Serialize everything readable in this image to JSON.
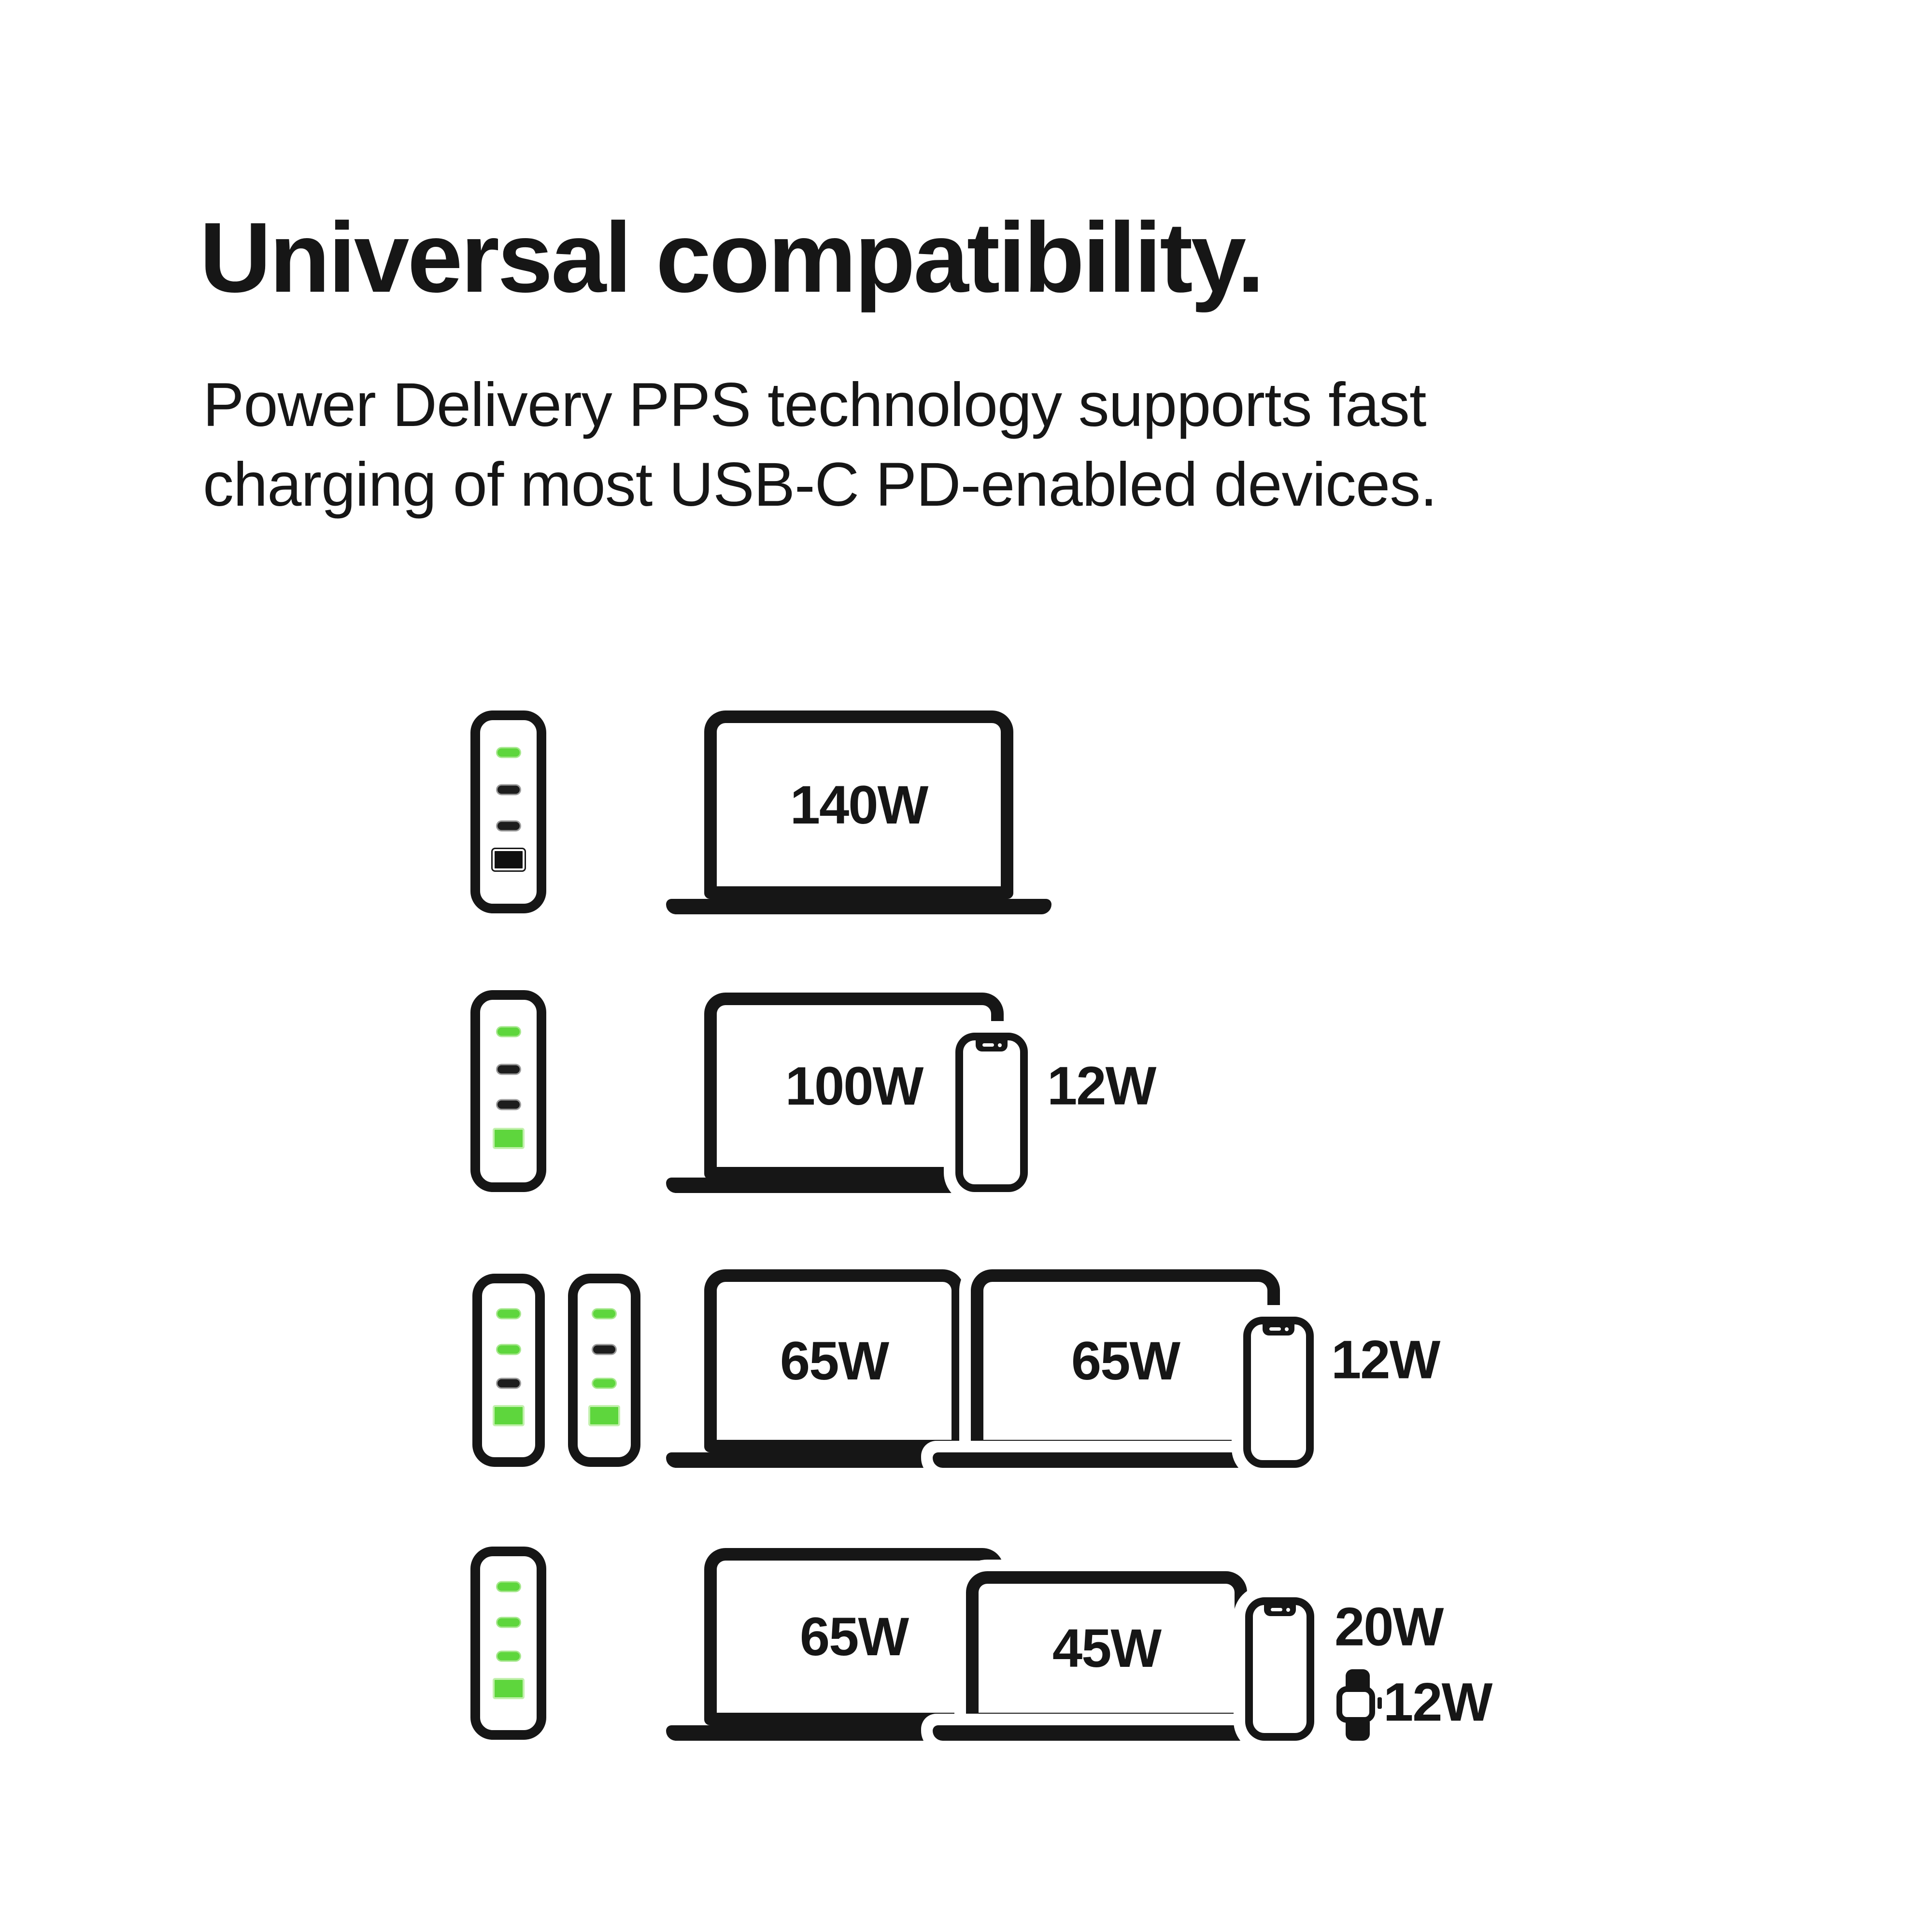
{
  "header": {
    "title": "Universal compatibility.",
    "subtitle_lines": [
      "Power Delivery PPS technology supports fast",
      "charging of most USB-C PD-enabled devices."
    ]
  },
  "colors": {
    "ink": "#161616",
    "green": "#5ed63d",
    "background": "#ffffff"
  },
  "rows": [
    {
      "chargers": [
        {
          "ports": [
            {
              "type": "usb-c",
              "state": "active"
            },
            {
              "type": "usb-c",
              "state": "inactive"
            },
            {
              "type": "usb-c",
              "state": "inactive"
            },
            {
              "type": "usb-a",
              "state": "inactive"
            }
          ]
        }
      ],
      "devices": [
        {
          "type": "laptop",
          "label": "140W"
        }
      ]
    },
    {
      "chargers": [
        {
          "ports": [
            {
              "type": "usb-c",
              "state": "active"
            },
            {
              "type": "usb-c",
              "state": "inactive"
            },
            {
              "type": "usb-c",
              "state": "inactive"
            },
            {
              "type": "usb-a",
              "state": "active"
            }
          ]
        }
      ],
      "devices": [
        {
          "type": "laptop",
          "label": "100W"
        },
        {
          "type": "phone",
          "label": "12W"
        }
      ]
    },
    {
      "chargers": [
        {
          "ports": [
            {
              "type": "usb-c",
              "state": "active"
            },
            {
              "type": "usb-c",
              "state": "active"
            },
            {
              "type": "usb-c",
              "state": "inactive"
            },
            {
              "type": "usb-a",
              "state": "active"
            }
          ]
        },
        {
          "ports": [
            {
              "type": "usb-c",
              "state": "active"
            },
            {
              "type": "usb-c",
              "state": "inactive"
            },
            {
              "type": "usb-c",
              "state": "active"
            },
            {
              "type": "usb-a",
              "state": "active"
            }
          ]
        }
      ],
      "devices": [
        {
          "type": "laptop",
          "label": "65W"
        },
        {
          "type": "laptop",
          "label": "65W"
        },
        {
          "type": "phone",
          "label": "12W"
        }
      ]
    },
    {
      "chargers": [
        {
          "ports": [
            {
              "type": "usb-c",
              "state": "active"
            },
            {
              "type": "usb-c",
              "state": "active"
            },
            {
              "type": "usb-c",
              "state": "active"
            },
            {
              "type": "usb-a",
              "state": "active"
            }
          ]
        }
      ],
      "devices": [
        {
          "type": "laptop",
          "label": "65W"
        },
        {
          "type": "laptop",
          "label": "45W"
        },
        {
          "type": "phone",
          "label": "20W"
        },
        {
          "type": "watch",
          "label": "12W"
        }
      ]
    }
  ]
}
